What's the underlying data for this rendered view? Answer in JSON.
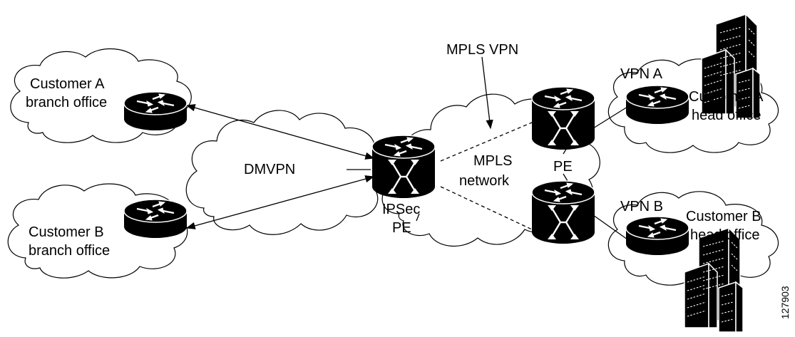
{
  "labels": {
    "mpls_vpn": "MPLS VPN",
    "dmvpn": "DMVPN",
    "mpls_network_line1": "MPLS",
    "mpls_network_line2": "network",
    "ipsec_pe_line1": "IPSec",
    "ipsec_pe_line2": "PE",
    "pe": "PE",
    "vpn_a": "VPN A",
    "vpn_b": "VPN B",
    "customer_a_branch_line1": "Customer A",
    "customer_a_branch_line2": "branch office",
    "customer_b_branch_line1": "Customer B",
    "customer_b_branch_line2": "branch office",
    "customer_a_head_line1": "Customer A",
    "customer_a_head_line2": "head office",
    "customer_b_head_line1": "Customer B",
    "customer_b_head_line2": "head office",
    "figure_id": "127903"
  },
  "icons": [
    "router-icon",
    "switch-router-icon",
    "office-building-icon",
    "cloud-shape"
  ]
}
